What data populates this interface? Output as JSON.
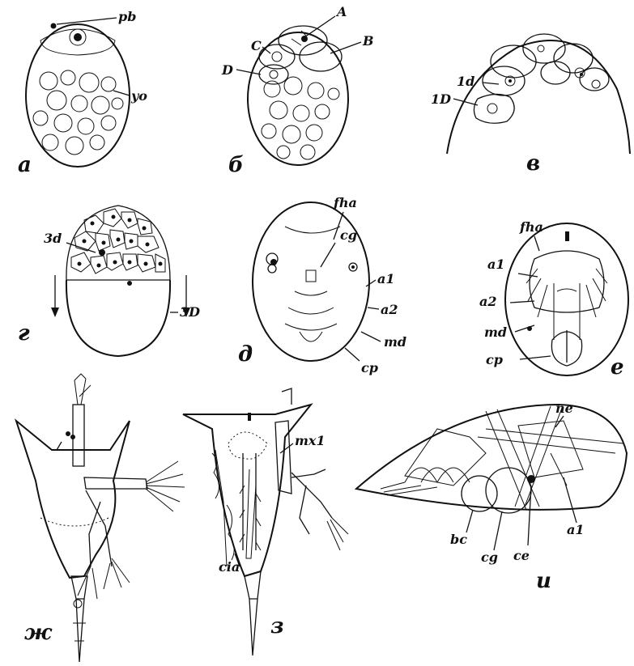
{
  "panels": {
    "a": {
      "letter": "а",
      "labels": {
        "pb": "pb",
        "yo": "yo"
      }
    },
    "b": {
      "letter": "б",
      "labels": {
        "A": "A",
        "B": "B",
        "C": "C",
        "D": "D"
      }
    },
    "v": {
      "letter": "в",
      "labels": {
        "d1": "1d",
        "D1": "1D"
      }
    },
    "g": {
      "letter": "г",
      "labels": {
        "d3": "3d",
        "D3": "3D"
      }
    },
    "d": {
      "letter": "д",
      "labels": {
        "fha": "fha",
        "cg": "cg",
        "a1": "a1",
        "a2": "a2",
        "md": "md",
        "cp": "cp"
      }
    },
    "e": {
      "letter": "е",
      "labels": {
        "fha": "fha",
        "a1": "a1",
        "a2": "a2",
        "md": "md",
        "cp": "cp"
      }
    },
    "zh": {
      "letter": "ж"
    },
    "z": {
      "letter": "з",
      "labels": {
        "mx1": "mx1",
        "cia": "cia"
      }
    },
    "i": {
      "letter": "и",
      "labels": {
        "ne": "ne",
        "bc": "bc",
        "cg": "cg",
        "ce": "ce",
        "a1": "a1"
      }
    }
  }
}
